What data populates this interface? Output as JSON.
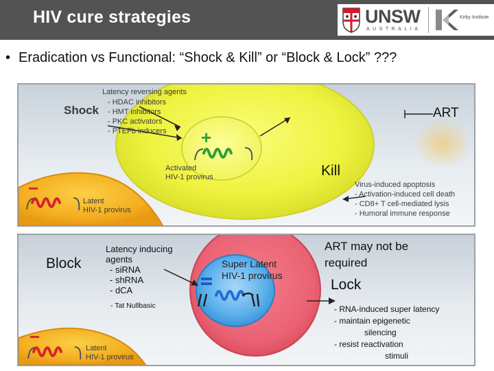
{
  "header": {
    "title": "HIV cure strategies",
    "logo_unsw": "UNSW",
    "logo_unsw_sub": "AUSTRALIA",
    "logo_kirby": "Kirby Institute"
  },
  "bullet": {
    "symbol": "•",
    "text": "Eradication vs Functional: “Shock & Kill” or “Block & Lock” ???"
  },
  "top_panel": {
    "lra_title": "Latency reversing agents",
    "lra_items": [
      "- HDAC inhibitors",
      "- HMT inhibitors",
      "- PKC activators",
      "- PTEFb inducers"
    ],
    "shock_label": "Shock",
    "art_label": "ART",
    "activated_line1": "Activated",
    "activated_line2": "HIV-1 provirus",
    "kill_label": "Kill",
    "latent_line1": "Latent",
    "latent_line2": "HIV-1 provirus",
    "kill_items": [
      "Virus-induced apoptosis",
      "- Activation-induced cell death",
      "- CD8+ T cell-mediated lysis",
      "- Humoral immune response"
    ],
    "plus_symbol": "+",
    "minus_symbol": "−"
  },
  "bottom_panel": {
    "block_label": "Block",
    "lia_title": "Latency inducing",
    "lia_title2": "agents",
    "lia_items": [
      "- siRNA",
      "- shRNA",
      "- dCA"
    ],
    "tat": "- Tat Nullbasic",
    "super_line1": "Super Latent",
    "super_line2": "HIV-1 provirus",
    "art_nr_line1": "ART may not be",
    "art_nr_line2": "required",
    "lock_label": "Lock",
    "lock_items": [
      "- RNA-induced super latency",
      "- maintain epigenetic",
      "silencing",
      "- resist reactivation",
      "stimuli"
    ],
    "latent_line1": "Latent",
    "latent_line2": "HIV-1 provirus",
    "minus_symbol": "−"
  },
  "colors": {
    "header_bg": "#535353",
    "unsw_red": "#d4192c",
    "cell_yellow": "#f1f24c",
    "cell_orange": "#f6b21f",
    "cell_pink": "#ee6a79",
    "cell_blue": "#4fa8e8",
    "provirus_green": "#2e9e3b",
    "provirus_red": "#d7262b"
  }
}
